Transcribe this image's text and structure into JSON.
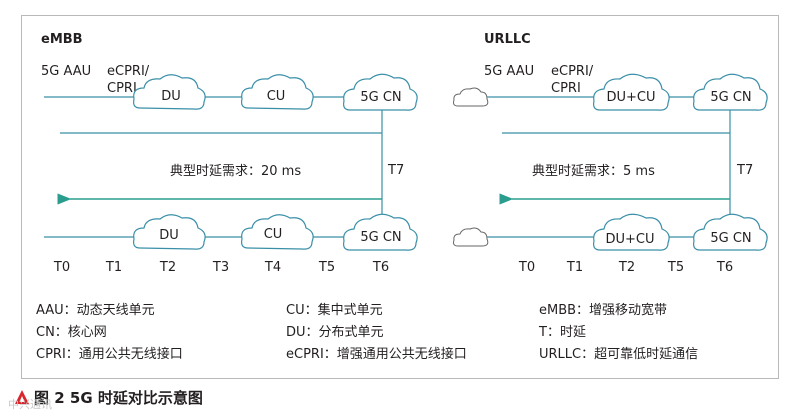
{
  "left_panel": {
    "title": "eMBB",
    "aau_label": "5G AAU",
    "cpri_line1": "eCPRI/",
    "cpri_line2": "CPRI",
    "top_nodes": [
      "DU",
      "CU",
      "5G CN"
    ],
    "latency_text": "典型时延需求：20 ms",
    "t7_label": "T7",
    "bottom_nodes": [
      "DU",
      "CU",
      "5G CN"
    ],
    "t_labels": [
      "T0",
      "T1",
      "T2",
      "T3",
      "T4",
      "T5",
      "T6"
    ]
  },
  "right_panel": {
    "title": "URLLC",
    "aau_label": "5G AAU",
    "cpri_line1": "eCPRI/",
    "cpri_line2": "CPRI",
    "top_nodes": [
      "DU+CU",
      "5G CN"
    ],
    "latency_text": "典型时延需求：5 ms",
    "t7_label": "T7",
    "bottom_nodes": [
      "DU+CU",
      "5G CN"
    ],
    "t_labels": [
      "T0",
      "T1",
      "T2",
      "T5",
      "T6"
    ]
  },
  "legend": {
    "col1": [
      "AAU：动态天线单元",
      "CN：核心网",
      "CPRI：通用公共无线接口"
    ],
    "col2": [
      "CU：集中式单元",
      "DU：分布式单元",
      "eCPRI：增强通用公共无线接口"
    ],
    "col3": [
      "eMBB：增强移动宽带",
      "T：时延",
      "URLLC：超可靠低时延通信"
    ]
  },
  "caption": "图 2  5G 时延对比示意图",
  "watermark": "中兴通讯",
  "colors": {
    "line": "#3a8fa8",
    "cloud_fill": "#ffffff",
    "cloud_stroke": "#3a8fa8",
    "arrow": "#2a9d8f",
    "caption_mark": "#d9262c",
    "frame": "#b9b9b9"
  }
}
